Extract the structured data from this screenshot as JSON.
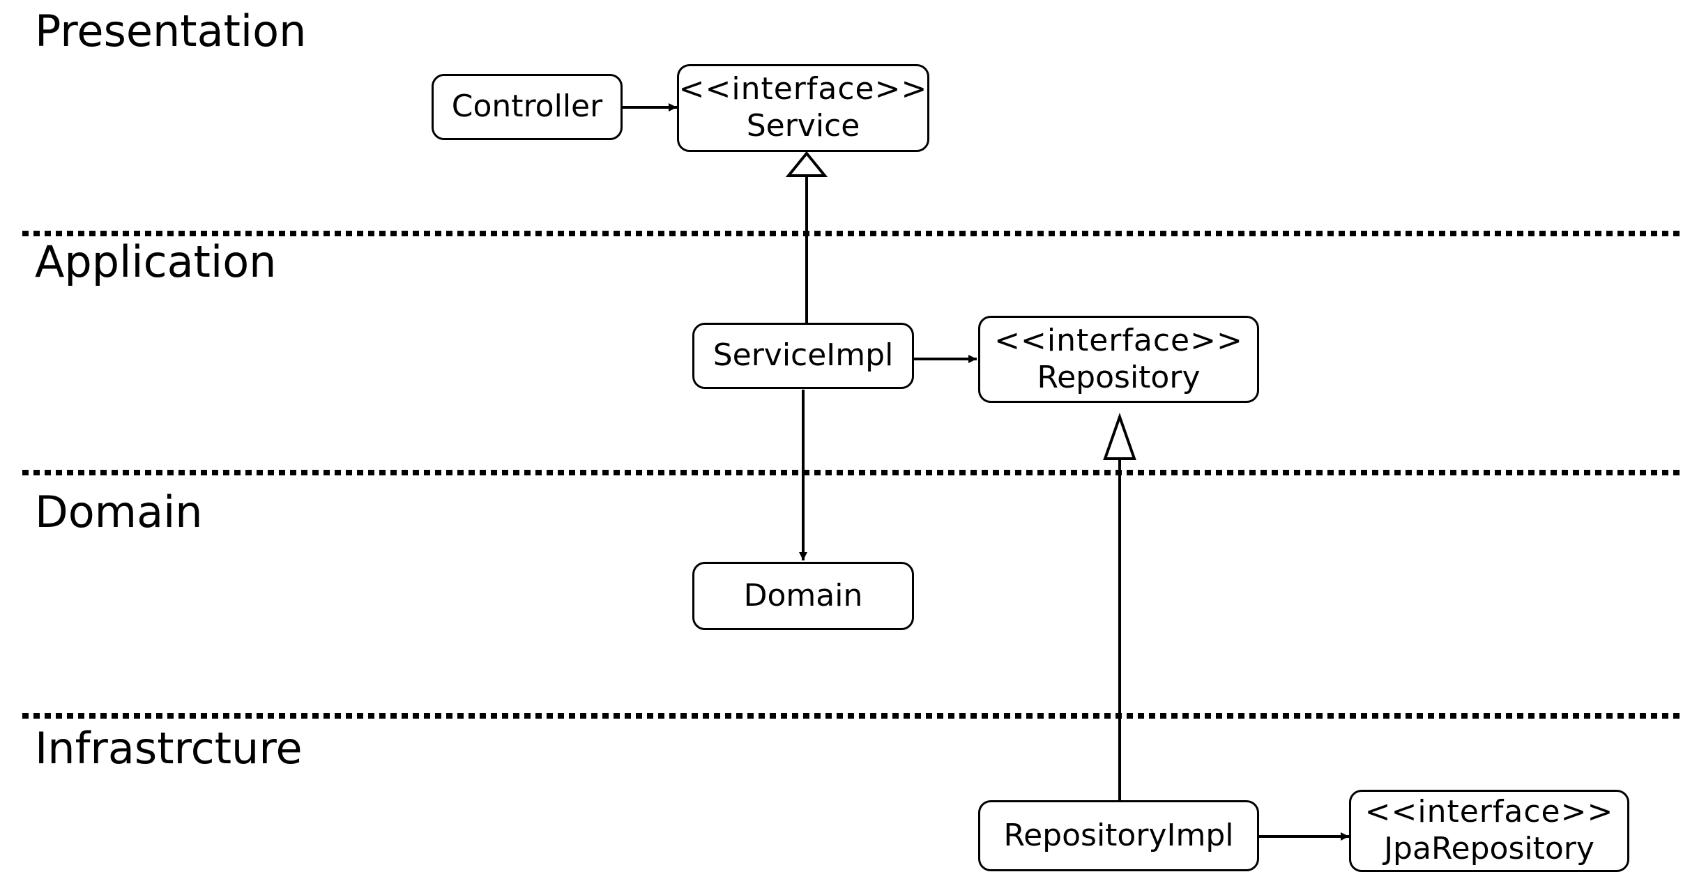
{
  "layers": {
    "presentation": "Presentation",
    "application": "Application",
    "domain": "Domain",
    "infrastructure": "Infrastrcture"
  },
  "nodes": {
    "controller": {
      "name": "Controller"
    },
    "service": {
      "stereotype": "<<interface>>",
      "name": "Service"
    },
    "service_impl": {
      "name": "ServiceImpl"
    },
    "repository": {
      "stereotype": "<<interface>>",
      "name": "Repository"
    },
    "domain": {
      "name": "Domain"
    },
    "repository_impl": {
      "name": "RepositoryImpl"
    },
    "jpa_repository": {
      "stereotype": "<<interface>>",
      "name": "JpaRepository"
    }
  },
  "relations": [
    {
      "from": "Controller",
      "to": "Service",
      "kind": "dependency"
    },
    {
      "from": "ServiceImpl",
      "to": "Service",
      "kind": "realization"
    },
    {
      "from": "ServiceImpl",
      "to": "Repository",
      "kind": "dependency"
    },
    {
      "from": "ServiceImpl",
      "to": "Domain",
      "kind": "dependency"
    },
    {
      "from": "RepositoryImpl",
      "to": "Repository",
      "kind": "realization"
    },
    {
      "from": "RepositoryImpl",
      "to": "JpaRepository",
      "kind": "dependency"
    }
  ]
}
